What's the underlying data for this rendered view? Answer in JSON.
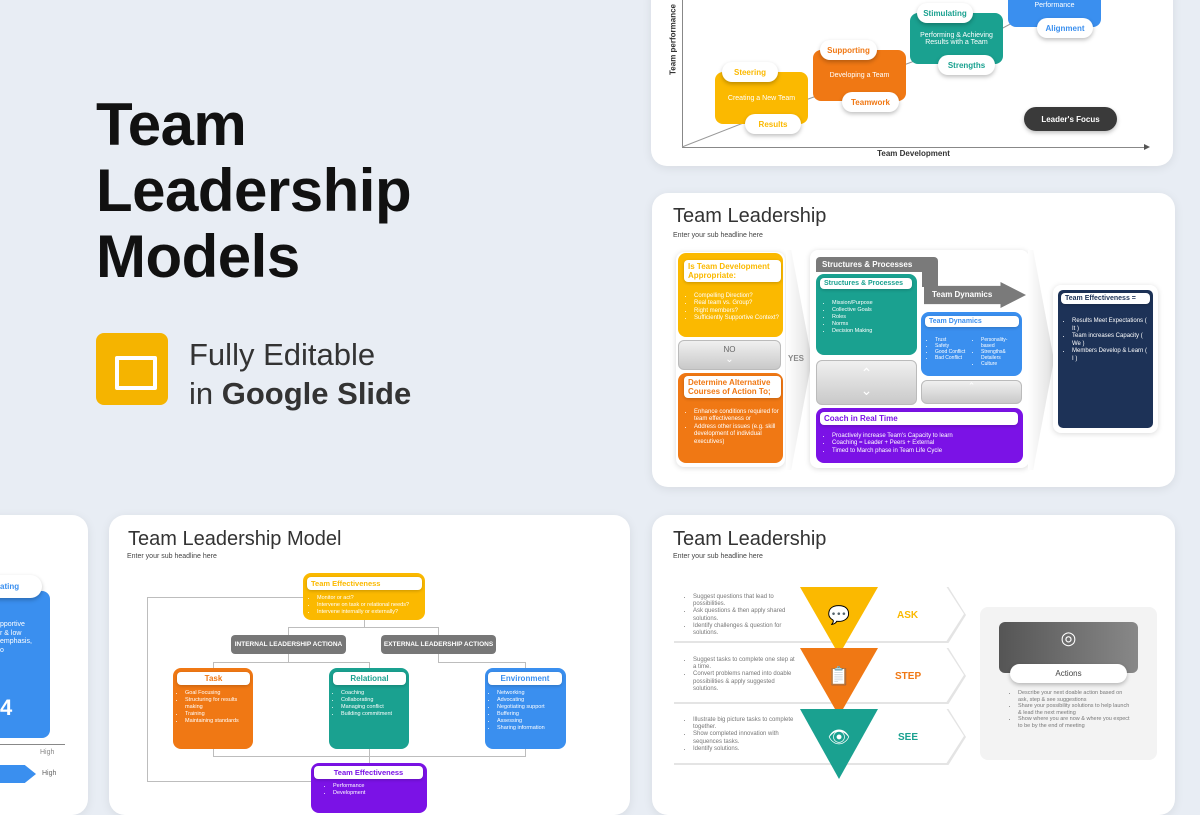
{
  "hero": {
    "title_lines": [
      "Team",
      "Leadership",
      "Models"
    ],
    "sub_line1": "Fully Editable",
    "sub_line2_prefix": "in ",
    "sub_line2_bold": "Google Slide"
  },
  "colors": {
    "yellow": "#fbb900",
    "orange": "#f07814",
    "teal": "#1aa190",
    "blue": "#3a8fef",
    "purple": "#7b12e6",
    "navy": "#1d3257",
    "dark": "#3a3a3a",
    "google_slides": "#f5b400"
  },
  "card1": {
    "y_axis": "Team performance",
    "x_axis": "Team Development",
    "stages": [
      {
        "text": "Creating a New Team",
        "top": "Steering",
        "bottom": "Results"
      },
      {
        "text": "Developing a Team",
        "top": "Supporting",
        "bottom": "Teamwork"
      },
      {
        "text": "Performing & Achieving Results with a Team",
        "top": "Stimulating",
        "bottom": "Strengths"
      },
      {
        "text": "Performance",
        "bottom": "Alignment"
      }
    ],
    "leaders_focus": "Leader's Focus"
  },
  "card2": {
    "title": "Team Leadership",
    "subtitle": "Enter your sub headline here",
    "q_title": "Is Team Development Appropriate:",
    "q_items": [
      "Compelling Direction?",
      "Real team vs. Group?",
      "Right members?",
      "Sufficiently Supportive Context?"
    ],
    "no": "NO",
    "yes": "YES",
    "alt_title": "Determine Alternative Courses of Action To;",
    "alt_items": [
      "Enhance conditions required for team effectiveness or",
      "Address other issues (e.g. skill development of individual executives)"
    ],
    "sp_bar": "Structures & Processes",
    "td_arrow": "Team Dynamics",
    "sp_title": "Structures & Processes",
    "sp_items": [
      "Mission/Purpose",
      "Collective Goals",
      "Roles",
      "Norms",
      "Decision Making"
    ],
    "td_title": "Team Dynamics",
    "td_items_a": [
      "Trust",
      "Safety",
      "Good Conflict",
      "Bad Conflict"
    ],
    "td_items_b": [
      "Personality-based",
      "Strengths& Detailers",
      "Culture"
    ],
    "coach_title": "Coach in Real Time",
    "coach_items": [
      "Proactively increase Team's Capacity to learn",
      "Coaching = Leader + Peers + External",
      "Timed to March phase in Team Life Cycle"
    ],
    "te_title": "Team Effectiveness =",
    "te_items": [
      "Results Meet Expectations ( It )",
      "Team increases Capacity ( We )",
      "Members Develop & Learn ( I )"
    ]
  },
  "card4": {
    "title": "Team Leadership Model",
    "subtitle": "Enter your sub headline here",
    "top_title": "Team Effectiveness",
    "top_items": [
      "Monitor or act?",
      "Intervene on task or relational needs?",
      "Intervene internally or externally?"
    ],
    "internal": "INTERNAL LEADERSHIP ACTIONA",
    "external": "EXTERNAL LEADERSHIP ACTIONS",
    "task_title": "Task",
    "task_items": [
      "Goal Focusing",
      "Structuring for results making",
      "Training",
      "Maintaining standards"
    ],
    "rel_title": "Relational",
    "rel_items": [
      "Coaching",
      "Collaborating",
      "Managing conflict",
      "Building commitment"
    ],
    "env_title": "Environment",
    "env_items": [
      "Networking",
      "Advocating",
      "Negotiating support",
      "Buffering",
      "Assessing",
      "Sharing information"
    ],
    "bottom_title": "Team Effectiveness",
    "bottom_items": [
      "Performance",
      "Development"
    ]
  },
  "card3": {
    "title": "Team Leadership",
    "subtitle": "Enter your sub headline here",
    "rows": [
      {
        "label": "ASK",
        "icon": "chat-question-icon",
        "items": [
          "Suggest questions that lead to possibilities.",
          "Ask questions & then apply shared solutions.",
          "Identify challenges & question for solutions."
        ]
      },
      {
        "label": "STEP",
        "icon": "clipboard-steps-icon",
        "items": [
          "Suggest tasks to complete one step at a time.",
          "Convert problems named into doable possibilities & apply suggested solutions."
        ]
      },
      {
        "label": "SEE",
        "icon": "eye-icon",
        "items": [
          "Illustrate big picture tasks to complete together.",
          "Show completed innovation with sequences tasks.",
          "Identify solutions."
        ]
      }
    ],
    "actions_title": "Actions",
    "actions_items": [
      "Describe your next doable action based on ask, step & see suggestions",
      "Share your possibility solutions to help launch & lead the next meeting",
      "Show where you are now & where you expect to be by the end of meeting"
    ]
  },
  "card5": {
    "pill": "ating",
    "lines": [
      "pportive",
      "r & low",
      "emphasis,",
      "o"
    ],
    "number": "4",
    "axis_high": "High",
    "arrow_high": "High"
  }
}
